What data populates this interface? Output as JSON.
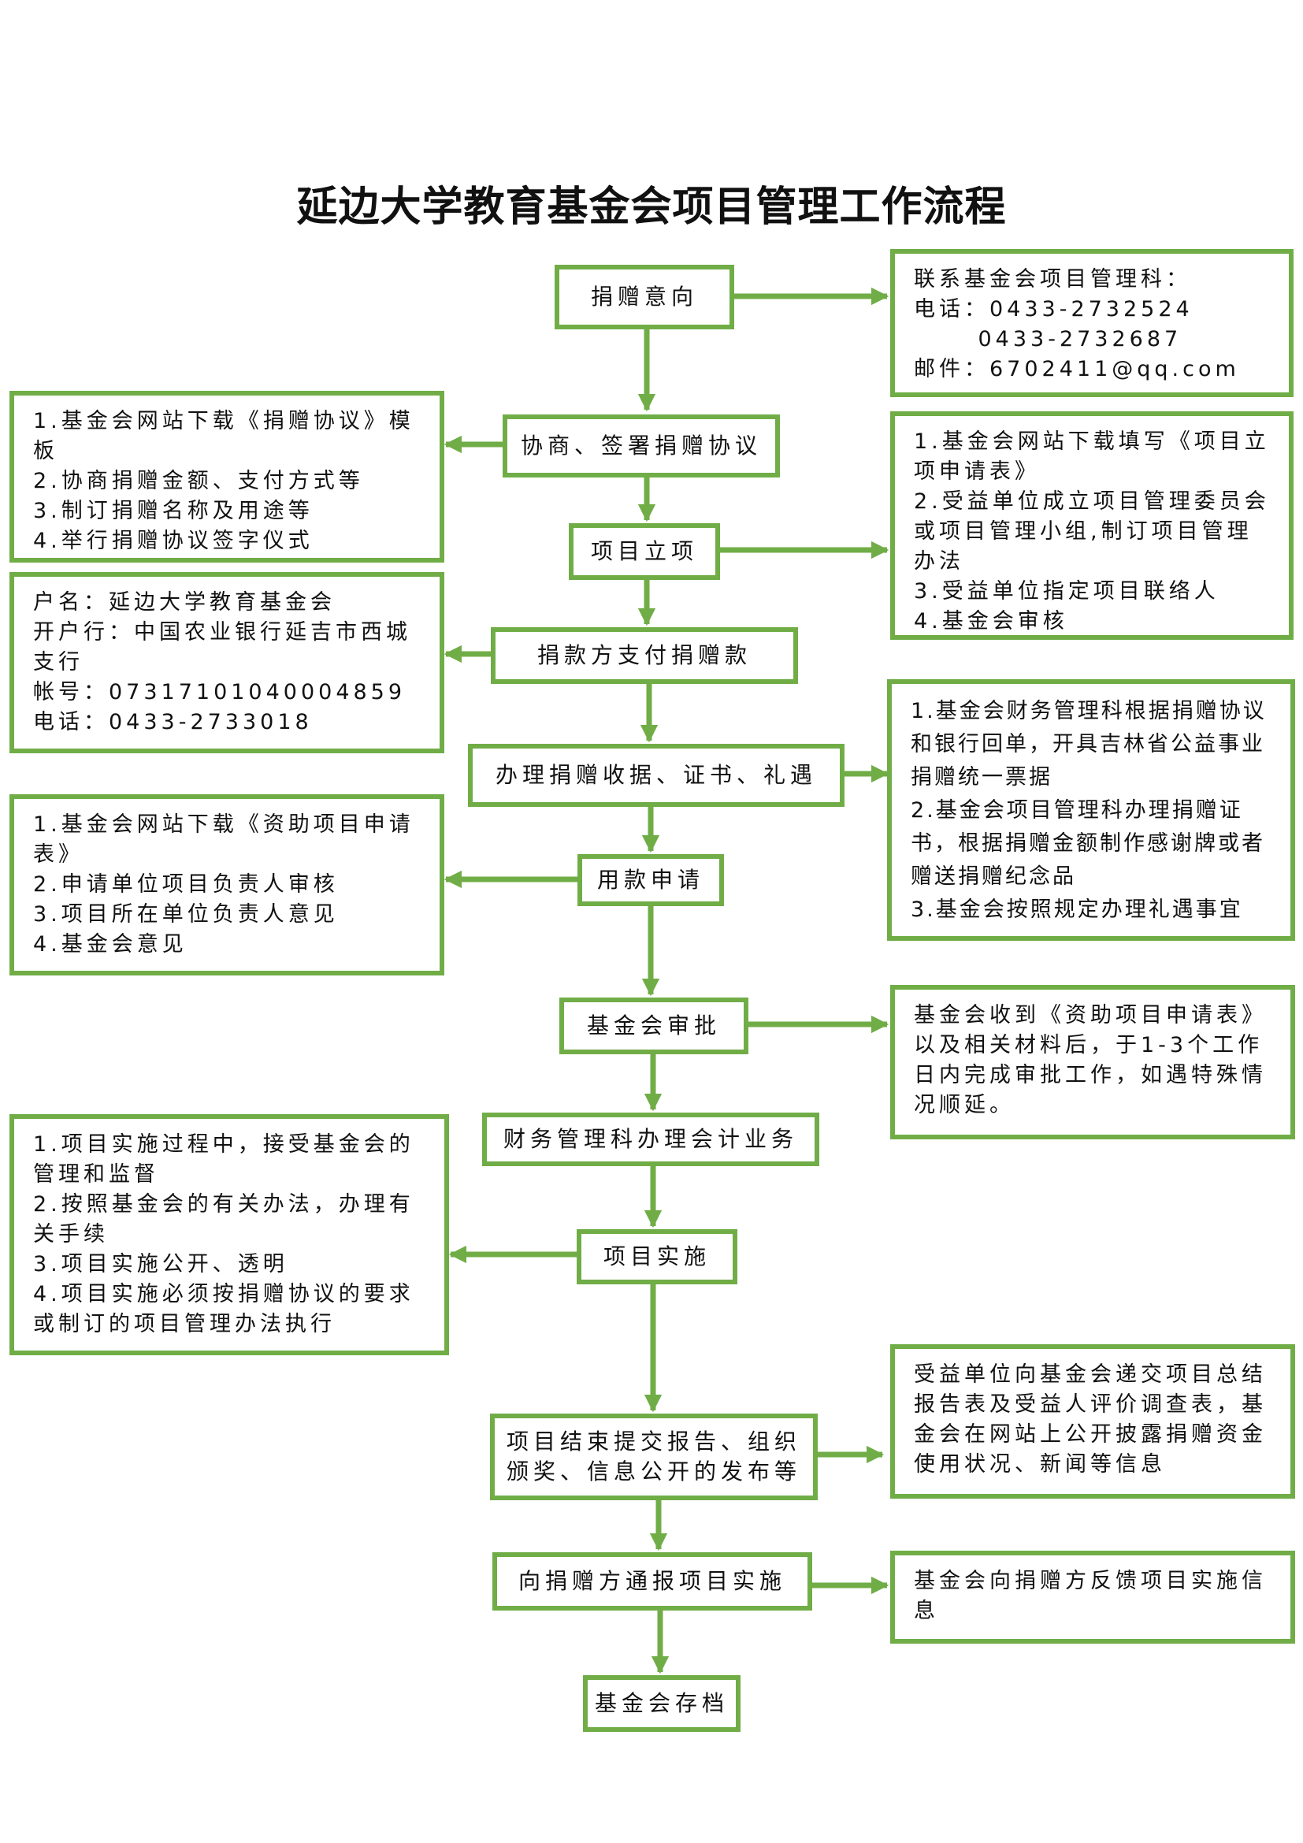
{
  "title": "延边大学教育基金会项目管理工作流程",
  "colors": {
    "border": "#70ad47",
    "arrow": "#70ad47"
  },
  "steps": [
    {
      "id": "donation-intent",
      "label": "捐赠意向"
    },
    {
      "id": "negotiate-sign",
      "label": "协商、签署捐赠协议"
    },
    {
      "id": "project-setup",
      "label": "项目立项"
    },
    {
      "id": "donor-payment",
      "label": "捐款方支付捐赠款"
    },
    {
      "id": "receipt-certificate",
      "label": "办理捐赠收据、证书、礼遇"
    },
    {
      "id": "fund-application",
      "label": "用款申请"
    },
    {
      "id": "foundation-approval",
      "label": "基金会审批"
    },
    {
      "id": "finance-accounting",
      "label": "财务管理科办理会计业务"
    },
    {
      "id": "project-implementation",
      "label": "项目实施"
    },
    {
      "id": "project-completion",
      "label": "项目结束提交报告、组织\n颁奖、信息公开的发布等"
    },
    {
      "id": "report-to-donor",
      "label": "向捐赠方通报项目实施"
    },
    {
      "id": "archive",
      "label": "基金会存档"
    }
  ],
  "notes": [
    {
      "id": "contact",
      "lines": [
        "联系基金会项目管理科：",
        "电话：0433-2732524",
        "      0433-2732687",
        "邮件：6702411@qq.com"
      ]
    },
    {
      "id": "agreement-steps",
      "lines": [
        "1.基金会网站下载《捐赠协议》模板",
        "2.协商捐赠金额、支付方式等",
        "3.制订捐赠名称及用途等",
        "4.举行捐赠协议签字仪式"
      ]
    },
    {
      "id": "setup-steps",
      "lines": [
        "1.基金会网站下载填写《项目立项申请表》",
        "2.受益单位成立项目管理委员会或项目管理小组,制订项目管理办法",
        "3.受益单位指定项目联络人",
        "4.基金会审核"
      ]
    },
    {
      "id": "bank-account",
      "lines": [
        "户名：延边大学教育基金会",
        "开户行：中国农业银行延吉市西城支行",
        "帐号：07317101040004859",
        "电话：0433-2733018"
      ]
    },
    {
      "id": "receipt-steps",
      "lines": [
        "1.基金会财务管理科根据捐赠协议和银行回单，开具吉林省公益事业捐赠统一票据",
        "2.基金会项目管理科办理捐赠证书，根据捐赠金额制作感谢牌或者赠送捐赠纪念品",
        "3.基金会按照规定办理礼遇事宜"
      ]
    },
    {
      "id": "application-steps",
      "lines": [
        "1.基金会网站下载《资助项目申请表》",
        "2.申请单位项目负责人审核",
        "3.项目所在单位负责人意见",
        "4.基金会意见"
      ]
    },
    {
      "id": "approval-note",
      "lines": [
        "基金会收到《资助项目申请表》以及相关材料后，于1-3个工作日内完成审批工作，如遇特殊情况顺延。"
      ]
    },
    {
      "id": "implementation-steps",
      "lines": [
        "1.项目实施过程中，接受基金会的管理和监督",
        "2.按照基金会的有关办法，办理有关手续",
        "3.项目实施公开、透明",
        "4.项目实施必须按捐赠协议的要求或制订的项目管理办法执行"
      ]
    },
    {
      "id": "completion-note",
      "lines": [
        "受益单位向基金会递交项目总结报告表及受益人评价调查表，基金会在网站上公开披露捐赠资金使用状况、新闻等信息"
      ]
    },
    {
      "id": "feedback-note",
      "lines": [
        "基金会向捐赠方反馈项目实施信息"
      ]
    }
  ]
}
